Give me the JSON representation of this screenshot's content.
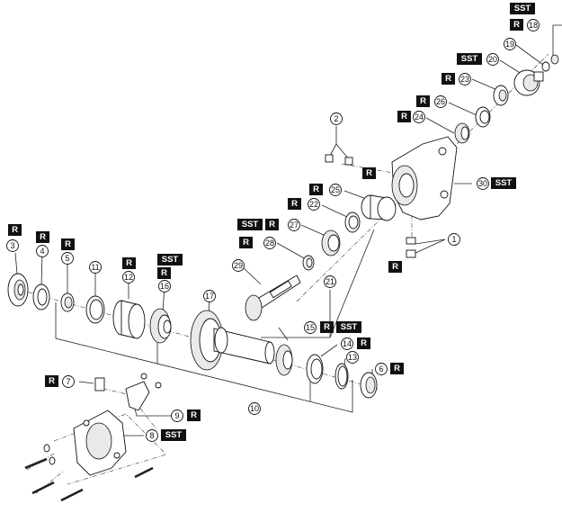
{
  "tags": {
    "r": "R",
    "sst": "SST"
  },
  "callouts": {
    "c1": "1",
    "c2": "2",
    "c3": "3",
    "c4": "4",
    "c5": "5",
    "c6": "6",
    "c7": "7",
    "c8": "8",
    "c9": "9",
    "c10": "10",
    "c11": "11",
    "c12": "12",
    "c13": "13",
    "c14": "14",
    "c15": "15",
    "c16": "16",
    "c17": "17",
    "c18": "18",
    "c19": "19",
    "c20": "20",
    "c21": "21",
    "c22": "22",
    "c23": "23",
    "c24": "24",
    "c25": "25",
    "c26": "26",
    "c27": "27",
    "c28": "28",
    "c29": "29",
    "c30": "30"
  },
  "colors": {
    "tag_bg": "#111111",
    "line": "#222222",
    "paper": "#ffffff"
  }
}
